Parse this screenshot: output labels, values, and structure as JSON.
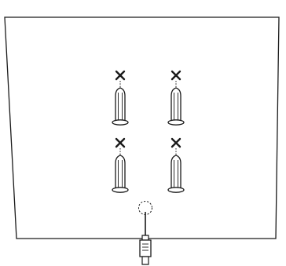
{
  "diagram": {
    "kind": "wall-mounting-installation",
    "colors": {
      "stroke": "#1a1a1a",
      "background": "#ffffff",
      "anchor_fill": "#ffffff"
    },
    "wall": {
      "icon": "wall-panel"
    },
    "anchors": [
      {
        "name": "wall-anchor-top-left",
        "icon": "plastic-wall-plug",
        "drill_mark": "cross-mark-icon"
      },
      {
        "name": "wall-anchor-top-right",
        "icon": "plastic-wall-plug",
        "drill_mark": "cross-mark-icon"
      },
      {
        "name": "wall-anchor-bottom-left",
        "icon": "plastic-wall-plug",
        "drill_mark": "cross-mark-icon"
      },
      {
        "name": "wall-anchor-bottom-right",
        "icon": "plastic-wall-plug",
        "drill_mark": "cross-mark-icon"
      }
    ],
    "cable": {
      "icon": "ethernet-rj45-connector",
      "entry_hole": "dashed-circle-icon"
    }
  }
}
